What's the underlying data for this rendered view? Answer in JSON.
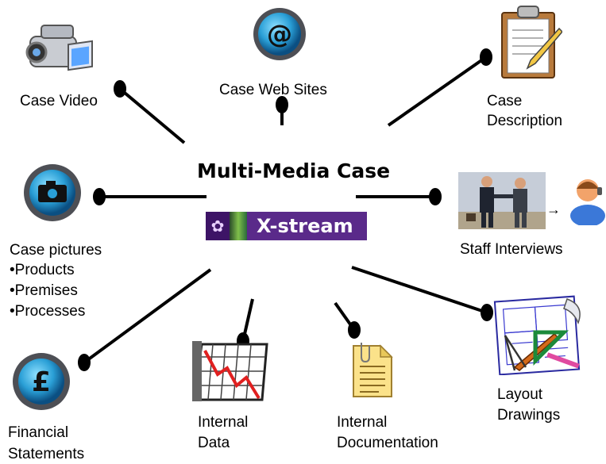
{
  "center": {
    "title": "Multi-Media Case",
    "logo_text": "X-stream"
  },
  "nodes": {
    "case_video": "Case Video",
    "case_web_sites": "Case Web Sites",
    "case_description": [
      "Case",
      "Description"
    ],
    "case_pictures": [
      "Case pictures",
      "•Products",
      "•Premises",
      "•Processes"
    ],
    "staff_interviews": "Staff Interviews",
    "financial_statements": [
      "Financial",
      "Statements"
    ],
    "internal_data": [
      "Internal",
      "Data"
    ],
    "internal_documentation": [
      "Internal",
      "Documentation"
    ],
    "layout_drawings": [
      "Layout",
      "Drawings"
    ]
  },
  "icons": {
    "case_video": "video-camera-icon",
    "case_web_sites": "at-sign-icon",
    "case_description": "clipboard-icon",
    "case_pictures": "camera-icon",
    "staff_interviews": "handshake-icon",
    "interviewee": "headset-person-icon",
    "financial_statements": "pound-sign-icon",
    "internal_data": "line-chart-icon",
    "internal_documentation": "document-icon",
    "layout_drawings": "drafting-tools-icon"
  },
  "colors": {
    "logo_bg": "#5a2a8a",
    "sphere": "#2a9fd6",
    "line": "#000000"
  }
}
